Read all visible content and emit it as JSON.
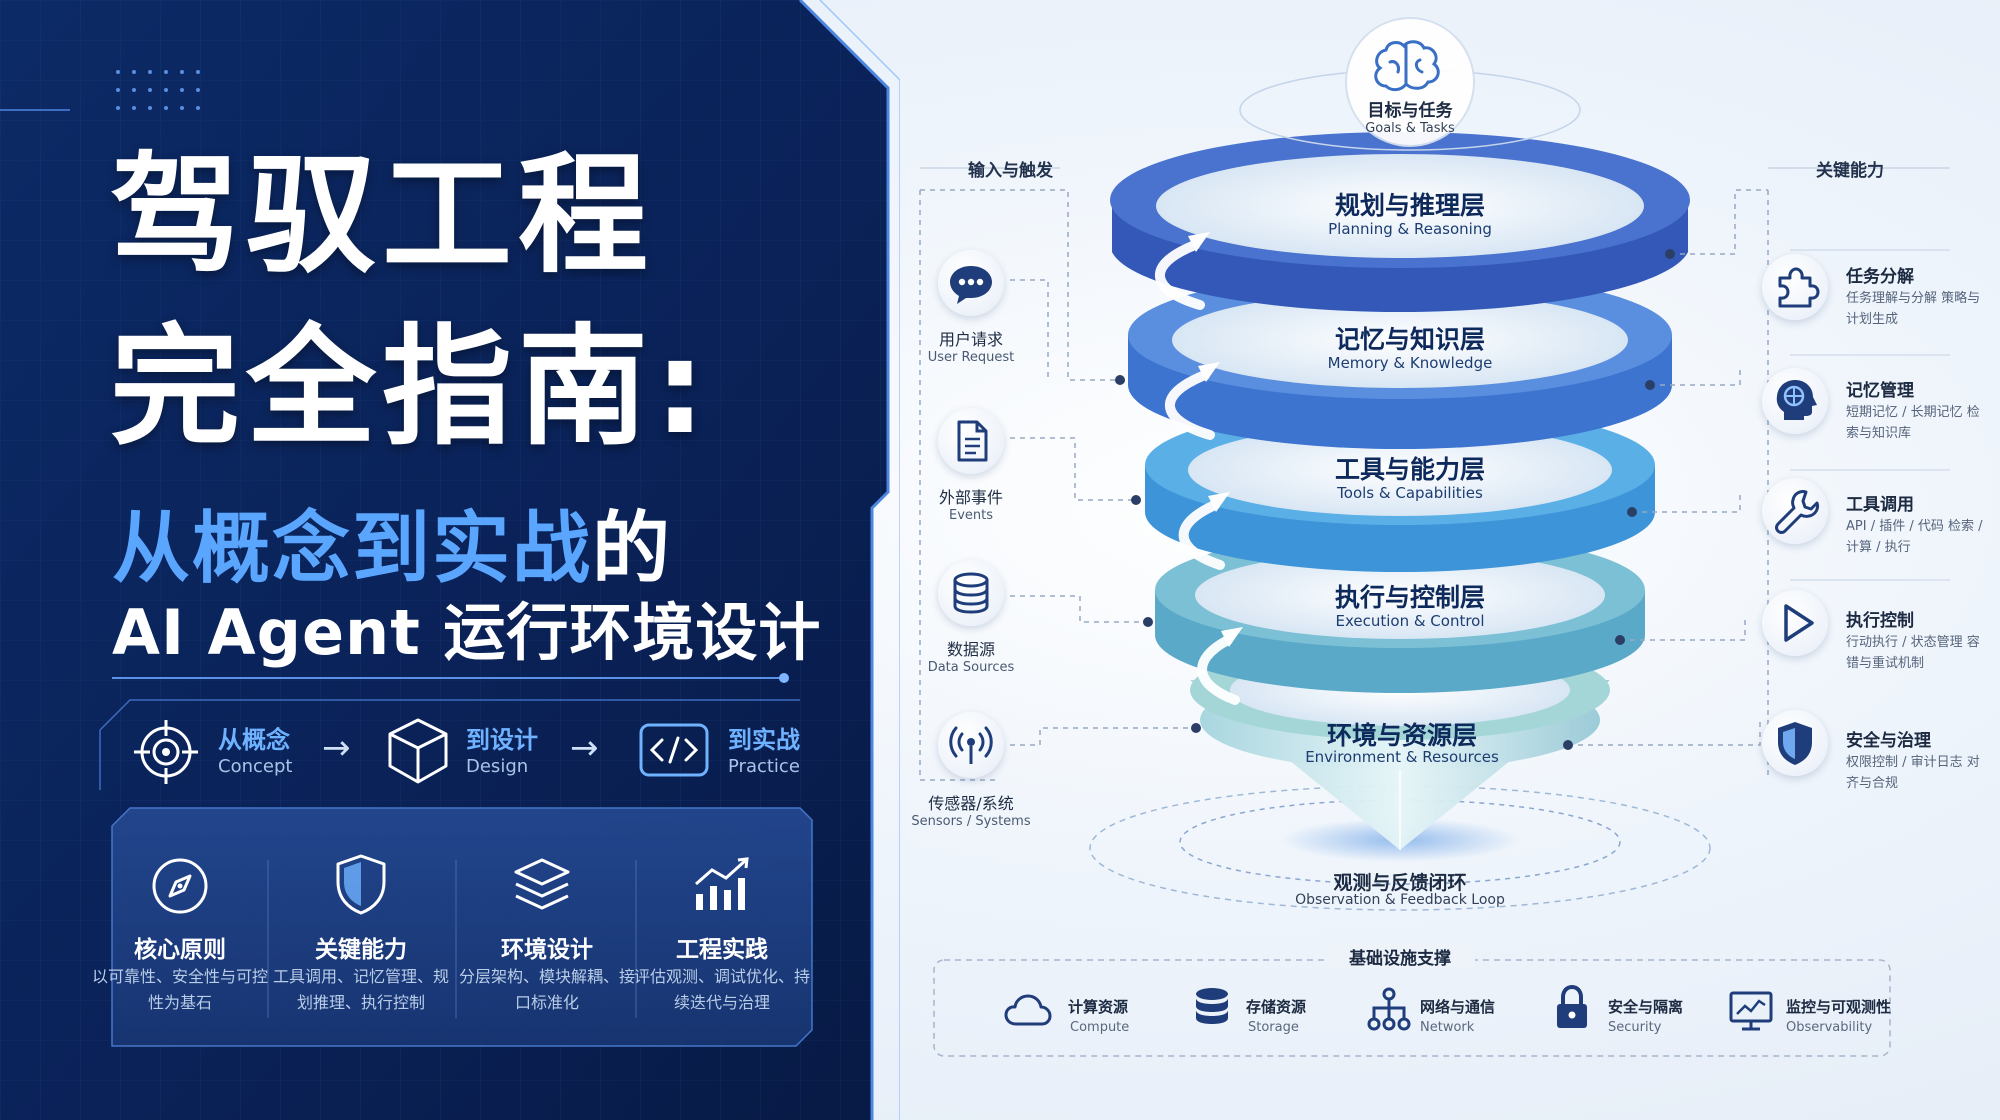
{
  "left": {
    "title_line1": "驾驭工程",
    "title_line2": "完全指南:",
    "subtitle_blue": "从概念到实战",
    "subtitle_white": "的",
    "subtitle_line2": "AI Agent 运行环境设计",
    "flow": [
      {
        "zh": "从概念",
        "en": "Concept",
        "icon": "target-icon"
      },
      {
        "zh": "到设计",
        "en": "Design",
        "icon": "cube-icon"
      },
      {
        "zh": "到实战",
        "en": "Practice",
        "icon": "code-icon"
      }
    ],
    "flow_arrow": "→",
    "cards": [
      {
        "title": "核心原则",
        "desc": "以可靠性、安全性与可控性为基石",
        "icon": "compass-icon"
      },
      {
        "title": "关键能力",
        "desc": "工具调用、记忆管理、规划推理、执行控制",
        "icon": "shield-icon"
      },
      {
        "title": "环境设计",
        "desc": "分层架构、模块解耦、接口标准化",
        "icon": "layers-icon"
      },
      {
        "title": "工程实践",
        "desc": "评估观测、调试优化、持续迭代与治理",
        "icon": "chart-icon"
      }
    ]
  },
  "diagram": {
    "top": {
      "zh": "目标与任务",
      "en": "Goals & Tasks",
      "icon": "brain-icon"
    },
    "layers": [
      {
        "zh": "规划与推理层",
        "en": "Planning & Reasoning",
        "color": "#3a62c4"
      },
      {
        "zh": "记忆与知识层",
        "en": "Memory & Knowledge",
        "color": "#3c74d0"
      },
      {
        "zh": "工具与能力层",
        "en": "Tools & Capabilities",
        "color": "#3d94d8"
      },
      {
        "zh": "执行与控制层",
        "en": "Execution & Control",
        "color": "#5aa9c8"
      },
      {
        "zh": "环境与资源层",
        "en": "Environment & Resources",
        "color": "#8fcbd0"
      }
    ],
    "loop": {
      "zh": "观测与反馈闭环",
      "en": "Observation & Feedback Loop"
    },
    "inputs_title": "输入与触发",
    "inputs": [
      {
        "zh": "用户请求",
        "en": "User Request",
        "icon": "chat-icon"
      },
      {
        "zh": "外部事件",
        "en": "Events",
        "icon": "document-icon"
      },
      {
        "zh": "数据源",
        "en": "Data Sources",
        "icon": "database-icon"
      },
      {
        "zh": "传感器/系统",
        "en": "Sensors / Systems",
        "icon": "antenna-icon"
      }
    ],
    "capabilities_title": "关键能力",
    "capabilities": [
      {
        "title": "任务分解",
        "desc": "任务理解与分解 策略与计划生成",
        "icon": "puzzle-icon"
      },
      {
        "title": "记忆管理",
        "desc": "短期记忆 / 长期记忆 检索与知识库",
        "icon": "head-brain-icon"
      },
      {
        "title": "工具调用",
        "desc": "API / 插件 / 代码 检索 / 计算 / 执行",
        "icon": "wrench-icon"
      },
      {
        "title": "执行控制",
        "desc": "行动执行 / 状态管理 容错与重试机制",
        "icon": "play-icon"
      },
      {
        "title": "安全与治理",
        "desc": "权限控制 / 审计日志 对齐与合规",
        "icon": "shield-icon"
      }
    ],
    "infra_title": "基础设施支撑",
    "infra": [
      {
        "zh": "计算资源",
        "en": "Compute",
        "icon": "cloud-icon"
      },
      {
        "zh": "存储资源",
        "en": "Storage",
        "icon": "storage-icon"
      },
      {
        "zh": "网络与通信",
        "en": "Network",
        "icon": "network-icon"
      },
      {
        "zh": "安全与隔离",
        "en": "Security",
        "icon": "lock-icon"
      },
      {
        "zh": "监控与可观测性",
        "en": "Observability",
        "icon": "monitor-icon"
      }
    ]
  }
}
